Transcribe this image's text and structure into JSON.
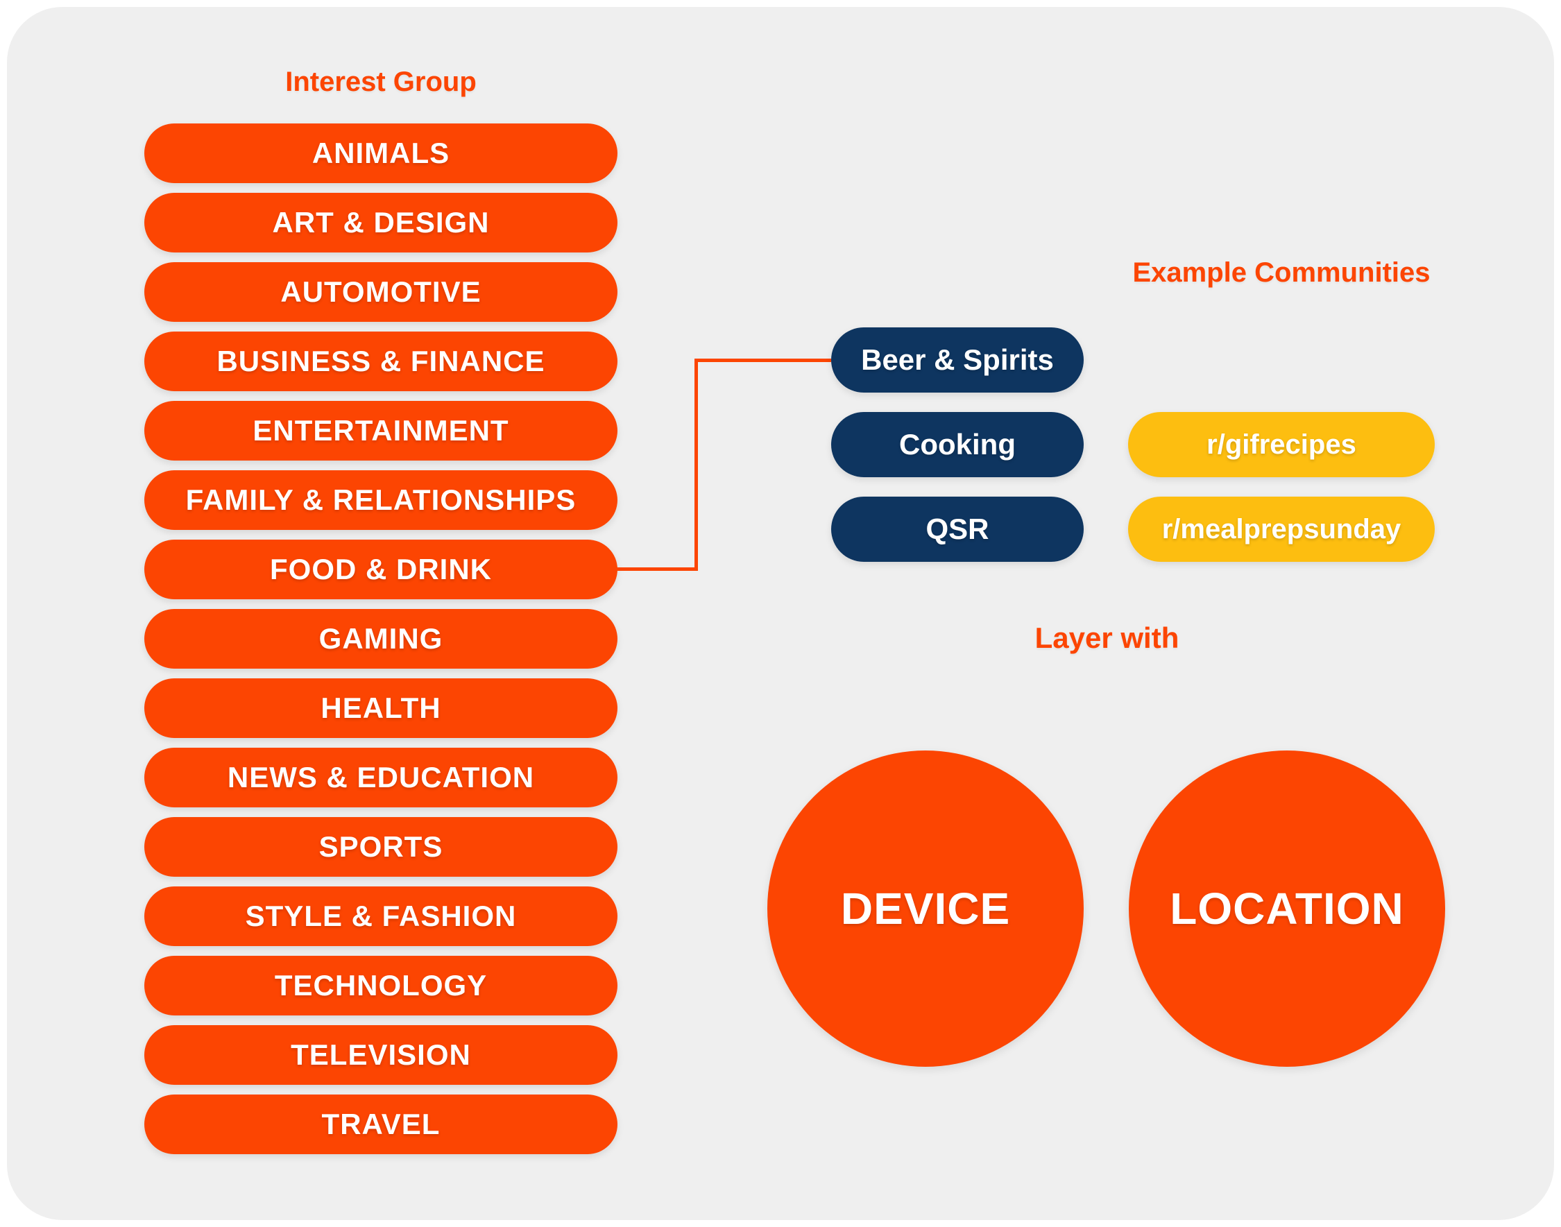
{
  "panel": {
    "background": "#EFEFEF"
  },
  "colors": {
    "orange": "#FC4502",
    "navy": "#0E3560",
    "yellow": "#FDBE10",
    "label_text": "#FFFFFF",
    "heading_text": "#FC4502"
  },
  "interest_group": {
    "title": "Interest Group",
    "items": [
      "ANIMALS",
      "ART & DESIGN",
      "AUTOMOTIVE",
      "BUSINESS & FINANCE",
      "ENTERTAINMENT",
      "FAMILY & RELATIONSHIPS",
      "FOOD & DRINK",
      "GAMING",
      "HEALTH",
      "NEWS & EDUCATION",
      "SPORTS",
      "STYLE & FASHION",
      "TECHNOLOGY",
      "TELEVISION",
      "TRAVEL"
    ]
  },
  "connector": {
    "from": "FOOD & DRINK",
    "to": "Beer & Spirits"
  },
  "subinterests": {
    "items": [
      "Beer & Spirits",
      "Cooking",
      "QSR"
    ]
  },
  "example_communities": {
    "title": "Example Communities",
    "items": [
      "r/gifrecipes",
      "r/mealprepsunday"
    ]
  },
  "layer_with": {
    "title": "Layer with",
    "circles": [
      "DEVICE",
      "LOCATION"
    ]
  }
}
